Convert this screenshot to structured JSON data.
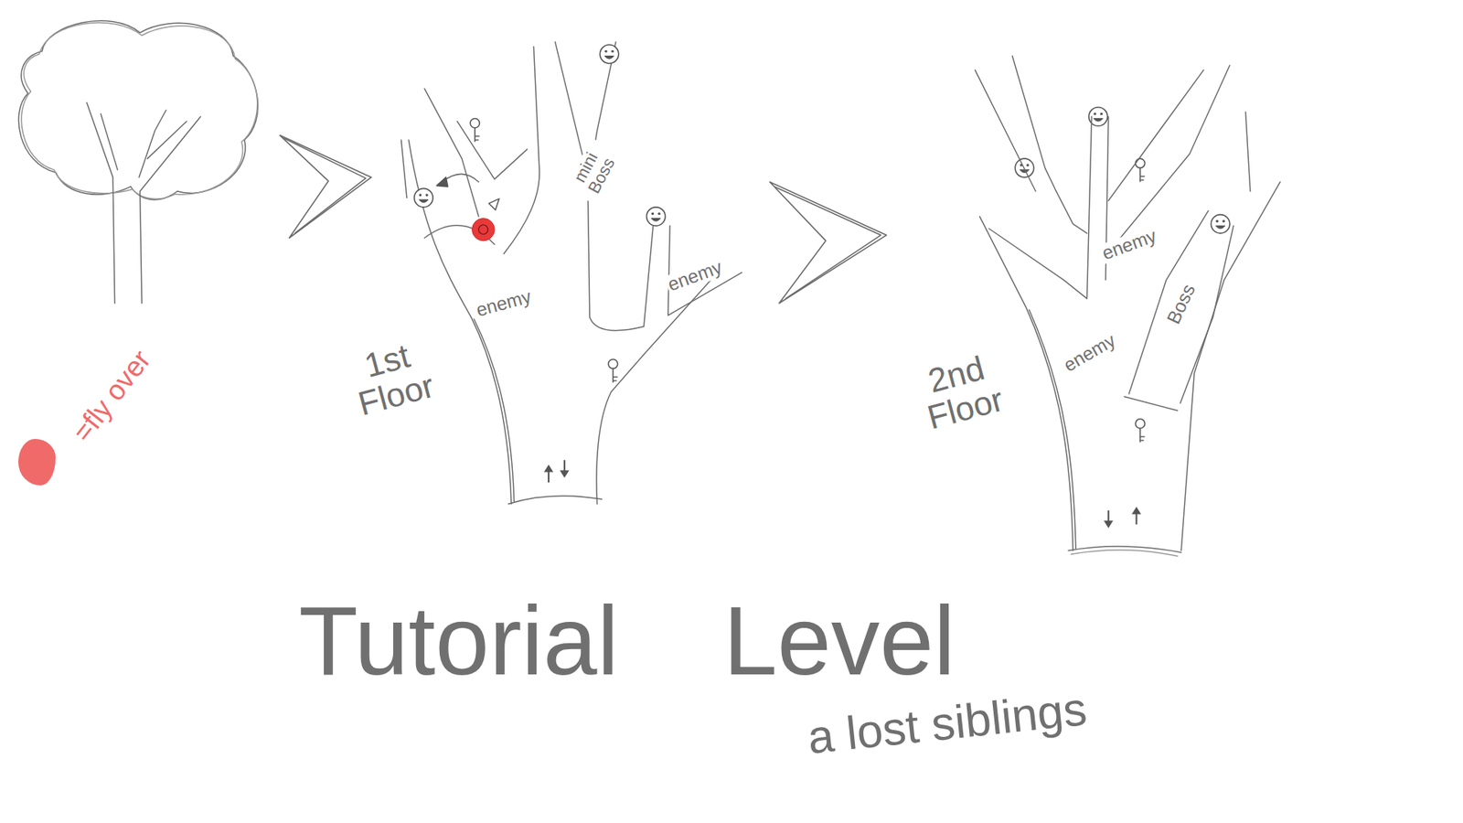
{
  "diagram": {
    "title": "Tutorial Level",
    "caption": "a lost siblings",
    "labels": [
      "mini Boss",
      "enemy",
      "enemy",
      "1st Floor",
      "enemy",
      "Boss",
      "enemy",
      "2nd Floor"
    ],
    "legend": [
      {
        "text": "=fly over",
        "color": "#f06a6a"
      }
    ]
  }
}
